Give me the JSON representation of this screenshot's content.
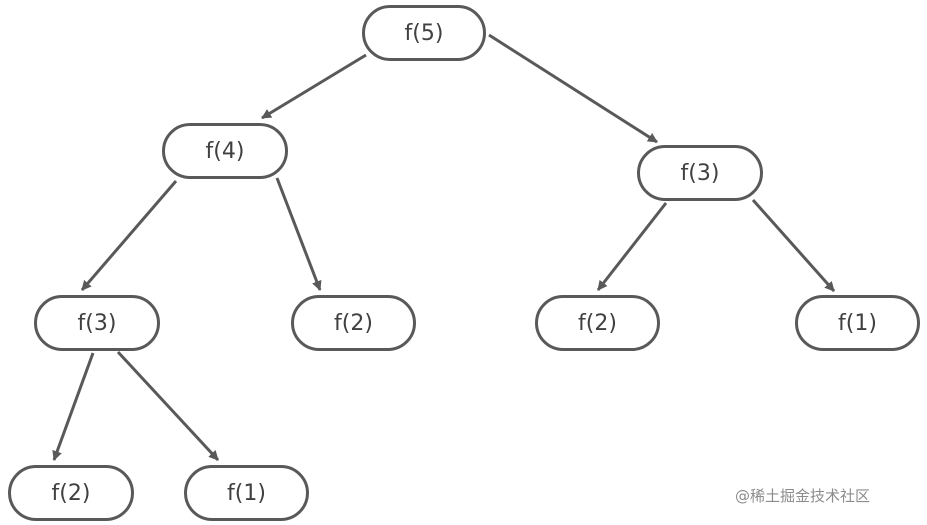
{
  "diagram": {
    "type": "tree",
    "nodes": [
      {
        "id": "f5",
        "label": "f(5)"
      },
      {
        "id": "f4",
        "label": "f(4)"
      },
      {
        "id": "f3r",
        "label": "f(3)"
      },
      {
        "id": "f3l",
        "label": "f(3)"
      },
      {
        "id": "f2a",
        "label": "f(2)"
      },
      {
        "id": "f2b",
        "label": "f(2)"
      },
      {
        "id": "f1a",
        "label": "f(1)"
      },
      {
        "id": "f2c",
        "label": "f(2)"
      },
      {
        "id": "f1b",
        "label": "f(1)"
      }
    ],
    "edges": [
      {
        "from": "f5",
        "to": "f4"
      },
      {
        "from": "f5",
        "to": "f3r"
      },
      {
        "from": "f4",
        "to": "f3l"
      },
      {
        "from": "f4",
        "to": "f2a"
      },
      {
        "from": "f3r",
        "to": "f2b"
      },
      {
        "from": "f3r",
        "to": "f1a"
      },
      {
        "from": "f3l",
        "to": "f2c"
      },
      {
        "from": "f3l",
        "to": "f1b"
      }
    ],
    "colors": {
      "node_border": "#595959",
      "edge": "#595959",
      "text": "#404040",
      "background": "#ffffff"
    }
  },
  "watermark": "@稀土掘金技术社区"
}
